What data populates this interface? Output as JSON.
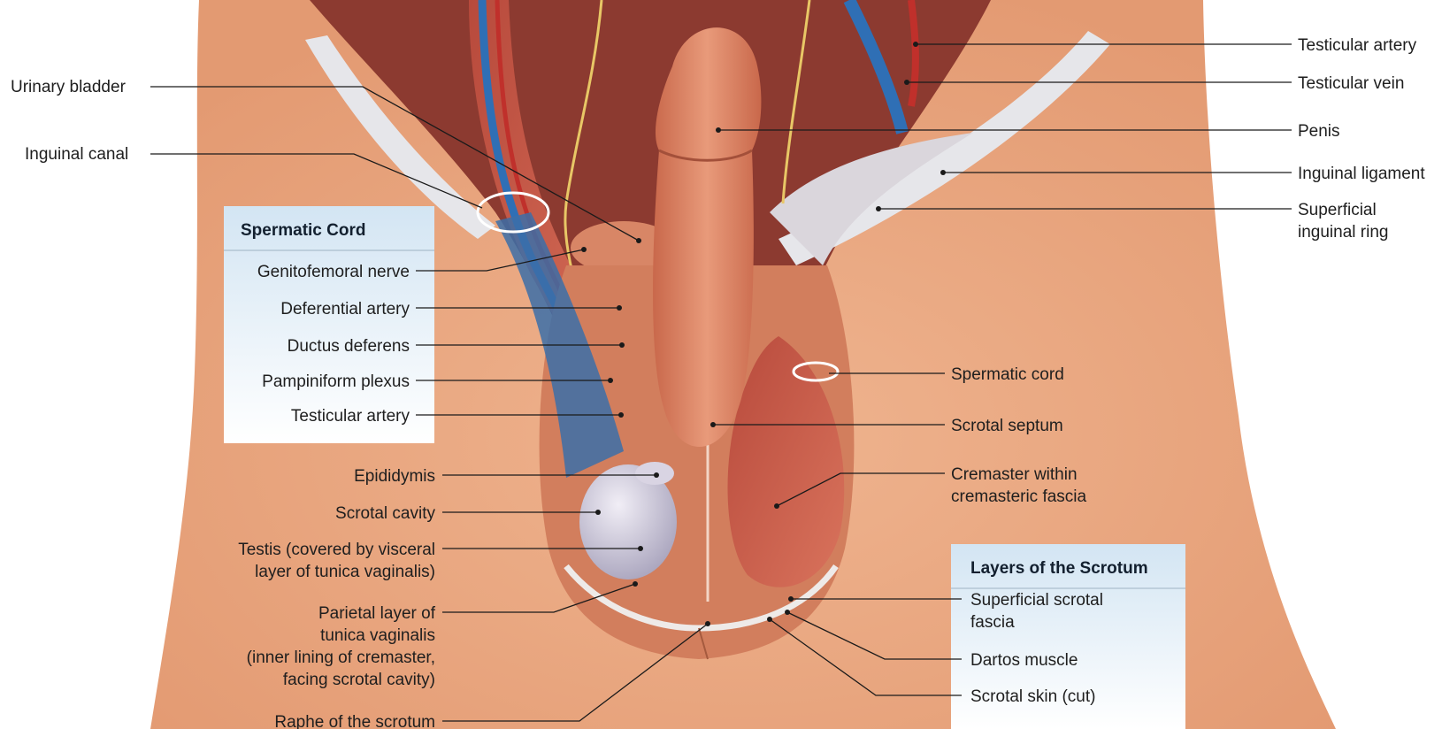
{
  "labels": {
    "testicular_artery_top": "Testicular artery",
    "testicular_vein": "Testicular vein",
    "urinary_bladder": "Urinary bladder",
    "penis": "Penis",
    "inguinal_canal": "Inguinal canal",
    "inguinal_ligament": "Inguinal ligament",
    "superficial_inguinal_ring_1": "Superficial",
    "superficial_inguinal_ring_2": "inguinal ring",
    "spermatic_cord": "Spermatic cord",
    "scrotal_septum": "Scrotal septum",
    "cremaster_1": "Cremaster within",
    "cremaster_2": "cremasteric fascia",
    "epididymis": "Epididymis",
    "scrotal_cavity": "Scrotal cavity",
    "testis_1": "Testis (covered by visceral",
    "testis_2": "layer of tunica vaginalis)",
    "parietal_1": "Parietal layer of",
    "parietal_2": "tunica vaginalis",
    "parietal_3": "(inner lining of cremaster,",
    "parietal_4": "facing scrotal cavity)",
    "raphe": "Raphe of the scrotum"
  },
  "spermatic_cord_box": {
    "title": "Spermatic Cord",
    "items": [
      "Genitofemoral nerve",
      "Deferential artery",
      "Ductus deferens",
      "Pampiniform plexus",
      "Testicular artery"
    ]
  },
  "scrotum_box": {
    "title": "Layers of the Scrotum",
    "items": [
      "Superficial scrotal",
      "fascia",
      "Dartos muscle",
      "Scrotal skin (cut)"
    ]
  }
}
